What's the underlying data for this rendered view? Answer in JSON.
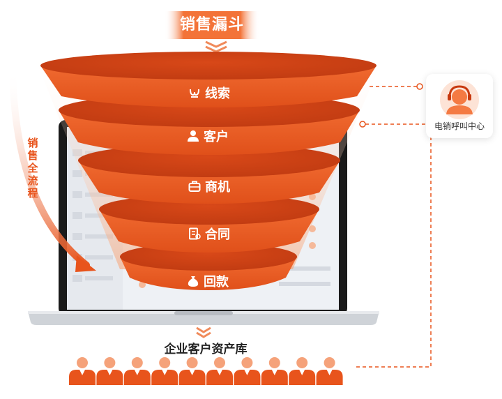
{
  "header": {
    "title": "销售漏斗"
  },
  "side_label": "销售全流程",
  "funnel": {
    "stages": [
      {
        "label": "线索",
        "icon": "handshake-icon"
      },
      {
        "label": "客户",
        "icon": "person-icon"
      },
      {
        "label": "商机",
        "icon": "briefcase-icon"
      },
      {
        "label": "合同",
        "icon": "contract-icon"
      },
      {
        "label": "回款",
        "icon": "money-bag-icon"
      }
    ]
  },
  "call_center": {
    "label": "电销呼叫中心",
    "icon": "headset-agent-icon"
  },
  "library": {
    "label": "企业客户资产库",
    "icon": "people-icon",
    "person_count": 10
  },
  "colors": {
    "accent": "#e8541c",
    "accent_light": "#f47a43",
    "accent_dark": "#c83a10"
  }
}
